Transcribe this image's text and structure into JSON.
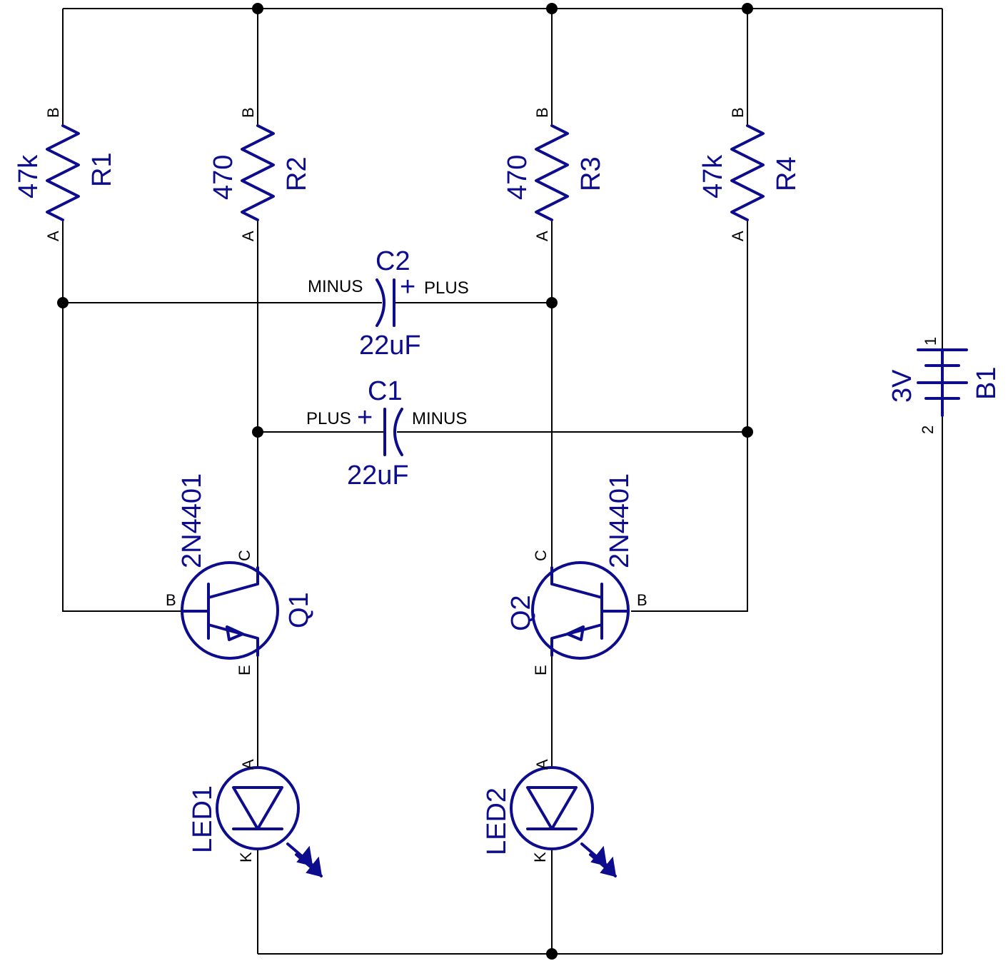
{
  "components": {
    "r1": {
      "ref": "R1",
      "value": "47k",
      "pin_a": "A",
      "pin_b": "B"
    },
    "r2": {
      "ref": "R2",
      "value": "470",
      "pin_a": "A",
      "pin_b": "B"
    },
    "r3": {
      "ref": "R3",
      "value": "470",
      "pin_a": "A",
      "pin_b": "B"
    },
    "r4": {
      "ref": "R4",
      "value": "47k",
      "pin_a": "A",
      "pin_b": "B"
    },
    "c1": {
      "ref": "C1",
      "value": "22uF",
      "plus": "PLUS",
      "minus": "MINUS",
      "plus_sign": "+"
    },
    "c2": {
      "ref": "C2",
      "value": "22uF",
      "plus": "PLUS",
      "minus": "MINUS",
      "plus_sign": "+"
    },
    "q1": {
      "ref": "Q1",
      "part": "2N4401",
      "pin_b": "B",
      "pin_c": "C",
      "pin_e": "E"
    },
    "q2": {
      "ref": "Q2",
      "part": "2N4401",
      "pin_b": "B",
      "pin_c": "C",
      "pin_e": "E"
    },
    "led1": {
      "ref": "LED1",
      "pin_a": "A",
      "pin_k": "K"
    },
    "led2": {
      "ref": "LED2",
      "pin_a": "A",
      "pin_k": "K"
    },
    "b1": {
      "ref": "B1",
      "value": "3V",
      "pin_1": "1",
      "pin_2": "2"
    }
  },
  "colors": {
    "symbol": "#0c0c8c",
    "wire": "#000000",
    "background": "#ffffff"
  }
}
